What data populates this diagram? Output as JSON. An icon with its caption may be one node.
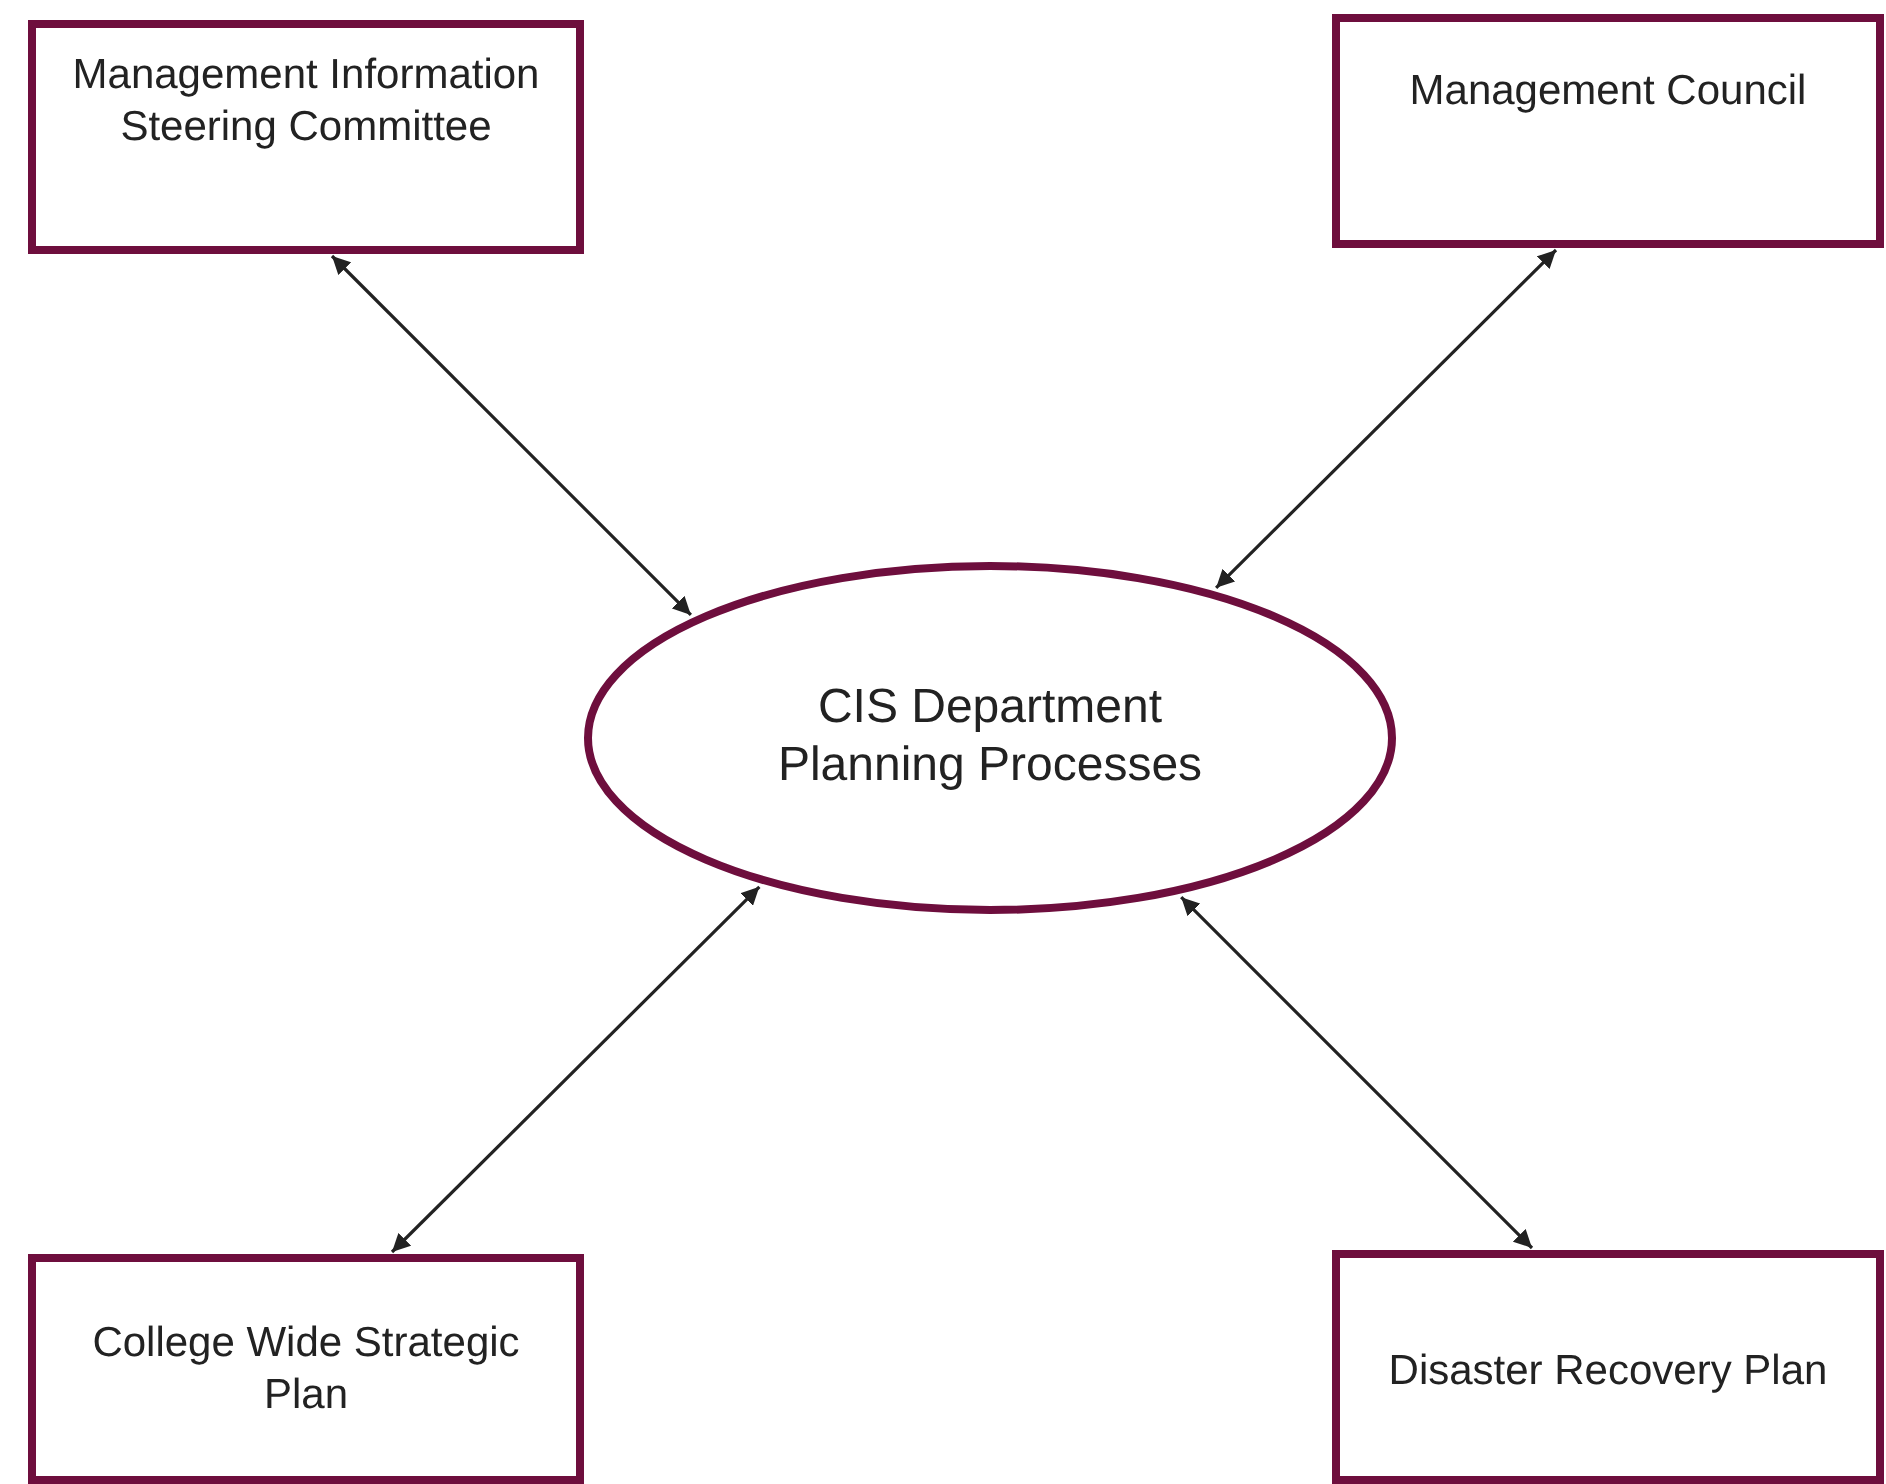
{
  "diagram": {
    "nodes": [
      {
        "text": [
          "Management Information Steering Committee"
        ]
      },
      {
        "text": [
          "Management Council"
        ]
      },
      {
        "text": [
          "CIS Department Planning Processes"
        ]
      },
      {
        "text": [
          "College Wide Strategic Plan"
        ]
      },
      {
        "text": [
          "Disaster Recovery Plan"
        ]
      }
    ],
    "edges": [
      {
        "from": 2,
        "to": 0,
        "arrow": "both"
      },
      {
        "from": 2,
        "to": 1,
        "arrow": "both"
      },
      {
        "from": 2,
        "to": 3,
        "arrow": "both"
      },
      {
        "from": 2,
        "to": 4,
        "arrow": "both"
      }
    ]
  }
}
